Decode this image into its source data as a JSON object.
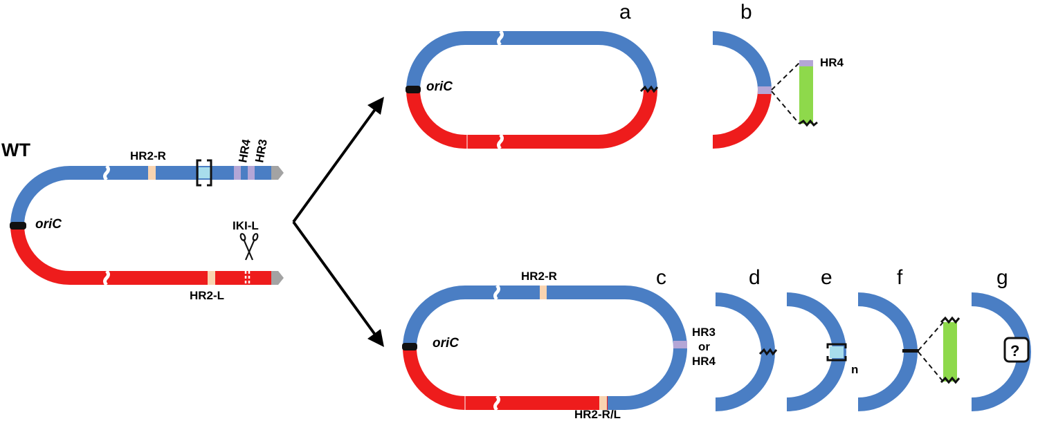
{
  "colors": {
    "blue_arm": "#4A7EC4",
    "red_arm": "#EE1C1C",
    "hr2_site": "#F9D4B0",
    "hr3_hr4_site": "#B4A6D6",
    "insert_box": "#A8DDEC",
    "green_fragment": "#8ED94B",
    "terminus_tip": "#A3A3A3",
    "origin_marker": "#111111"
  },
  "icons": [
    "scissors-icon",
    "question-box-icon",
    "jagged-end-icon",
    "break-gap-icon"
  ],
  "labels": {
    "wt": "WT",
    "oric": "oriC",
    "hr2_r": "HR2-R",
    "hr4": "HR4",
    "hr3": "HR3",
    "iki_l": "IKI-L",
    "hr2_l": "HR2-L",
    "hr2_rl": "HR2-R/L",
    "hr3_line": "HR3",
    "or_line": "or",
    "hr4_line": "HR4",
    "n": "n",
    "question": "?"
  },
  "panels": {
    "a": "a",
    "b": "b",
    "c": "c",
    "d": "d",
    "e": "e",
    "f": "f",
    "g": "g"
  }
}
